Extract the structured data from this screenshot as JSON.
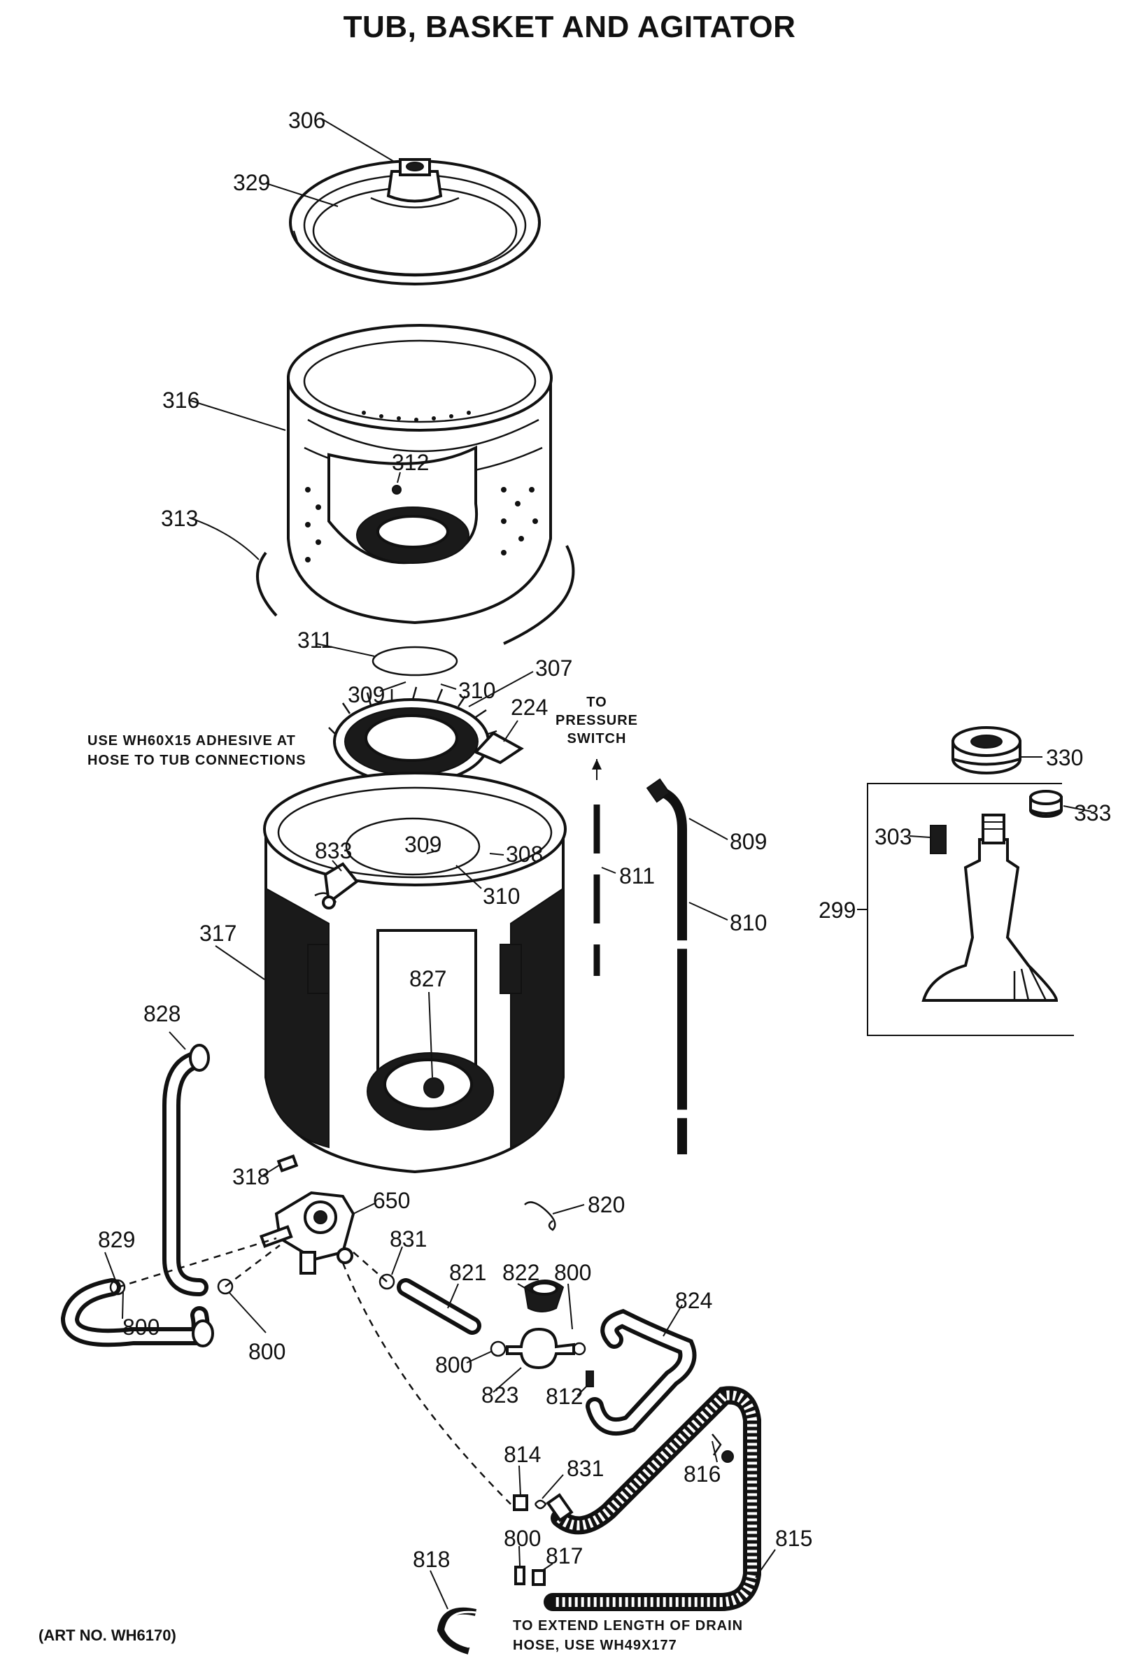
{
  "title": "TUB, BASKET AND AGITATOR",
  "art_number": "(ART NO. WH6170)",
  "notes": {
    "adhesive": [
      "USE WH60X15 ADHESIVE AT",
      "HOSE TO TUB CONNECTIONS"
    ],
    "pressure_switch": [
      "TO",
      "PRESSURE",
      "SWITCH"
    ],
    "drain_hose": [
      "TO EXTEND LENGTH OF DRAIN",
      "HOSE, USE WH49X177"
    ]
  },
  "part_labels": {
    "p306": "306",
    "p329": "329",
    "p316": "316",
    "p312": "312",
    "p313": "313",
    "p311": "311",
    "p307": "307",
    "p309a": "309",
    "p310a": "310",
    "p224": "224",
    "p833": "833",
    "p309b": "309",
    "p308": "308",
    "p310b": "310",
    "p317": "317",
    "p827": "827",
    "p811": "811",
    "p809": "809",
    "p810": "810",
    "p330": "330",
    "p333": "333",
    "p303": "303",
    "p299": "299",
    "p828": "828",
    "p318": "318",
    "p650": "650",
    "p820": "820",
    "p829": "829",
    "p831a": "831",
    "p821": "821",
    "p822": "822",
    "p800a": "800",
    "p824": "824",
    "p800b": "800",
    "p800c": "800",
    "p800d": "800",
    "p823": "823",
    "p812": "812",
    "p814": "814",
    "p831b": "831",
    "p816": "816",
    "p800e": "800",
    "p817": "817",
    "p815": "815",
    "p818": "818"
  }
}
